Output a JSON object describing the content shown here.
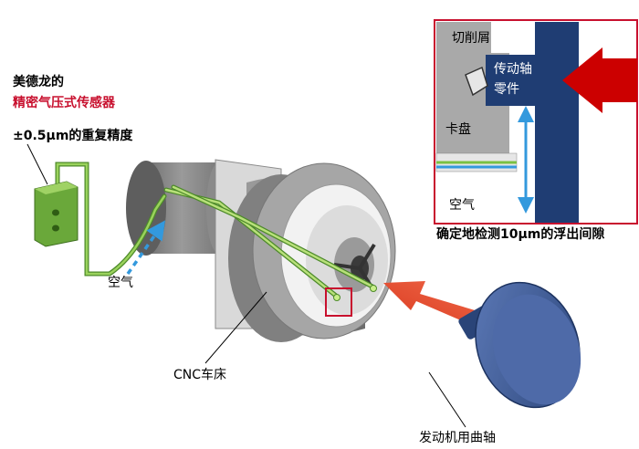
{
  "labels": {
    "title_line1": "美德龙的",
    "title_line2": "精密气压式传感器",
    "precision": "±0.5μm的重复精度",
    "air_left": "空气",
    "cnc_lathe": "CNC车床",
    "crankshaft": "发动机用曲轴"
  },
  "inset": {
    "chips": "切削屑",
    "part_line1": "传动轴",
    "part_line2": "零件",
    "chuck": "卡盘",
    "air": "空气",
    "caption": "确定地检测10μm的浮出间隙"
  },
  "colors": {
    "sensor_green": "#7ac143",
    "highlight_red": "#c8102e",
    "arrow_red": "#e8452c",
    "shaft_navy": "#1f3d73",
    "air_blue": "#3399dd",
    "crank_blue": "#3d5a96"
  }
}
